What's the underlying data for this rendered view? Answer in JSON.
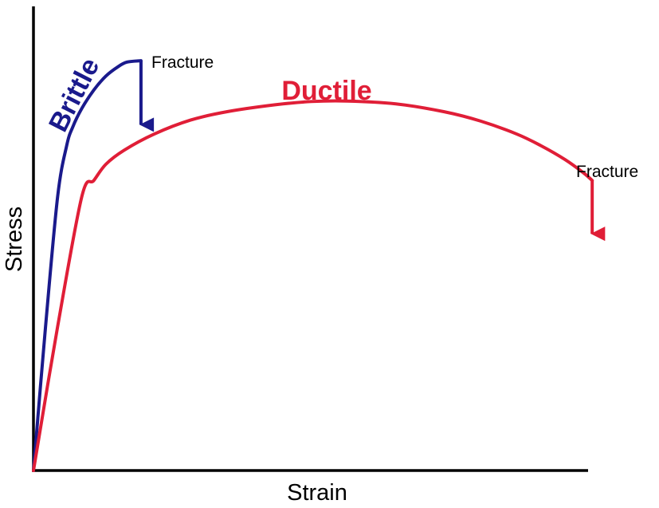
{
  "chart_data": {
    "type": "line",
    "xlabel": "Strain",
    "ylabel": "Stress",
    "xlim": [
      0,
      1
    ],
    "ylim": [
      0,
      1
    ],
    "grid": false,
    "ticks": false,
    "series": [
      {
        "name": "Brittle",
        "color": "#1a1a8c",
        "points": [
          [
            0.0,
            0.0
          ],
          [
            0.02,
            0.31
          ],
          [
            0.04,
            0.59
          ],
          [
            0.055,
            0.7
          ],
          [
            0.065,
            0.74
          ],
          [
            0.08,
            0.78
          ],
          [
            0.1,
            0.82
          ],
          [
            0.12,
            0.85
          ],
          [
            0.14,
            0.87
          ],
          [
            0.155,
            0.88
          ],
          [
            0.178,
            0.883
          ]
        ],
        "fracture_drop_to": 0.745,
        "fracture_label": "Fracture"
      },
      {
        "name": "Ductile",
        "color": "#e01e37",
        "points": [
          [
            0.0,
            0.0
          ],
          [
            0.04,
            0.31
          ],
          [
            0.08,
            0.59
          ],
          [
            0.1,
            0.625
          ],
          [
            0.12,
            0.66
          ],
          [
            0.15,
            0.69
          ],
          [
            0.2,
            0.725
          ],
          [
            0.26,
            0.755
          ],
          [
            0.32,
            0.773
          ],
          [
            0.4,
            0.788
          ],
          [
            0.46,
            0.795
          ],
          [
            0.52,
            0.796
          ],
          [
            0.6,
            0.79
          ],
          [
            0.68,
            0.773
          ],
          [
            0.74,
            0.753
          ],
          [
            0.8,
            0.725
          ],
          [
            0.84,
            0.7
          ],
          [
            0.88,
            0.67
          ],
          [
            0.91,
            0.642
          ],
          [
            0.925,
            0.625
          ]
        ],
        "fracture_drop_to": 0.51,
        "fracture_label": "Fracture"
      }
    ]
  }
}
